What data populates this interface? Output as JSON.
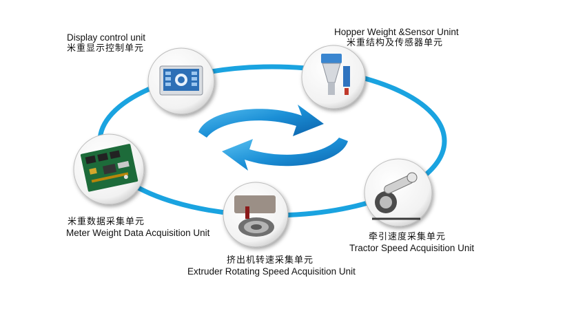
{
  "units": {
    "display": {
      "en": "Display control unit",
      "cn": "米重显示控制单元",
      "icon": "control-panel-icon"
    },
    "hopper": {
      "en": "Hopper Weight &Sensor Unint",
      "cn": "米重结构及传感器单元",
      "icon": "hopper-sensor-icon"
    },
    "meter": {
      "cn": "米重数据采集单元",
      "en": "Meter Weight Data Acquisition Unit",
      "icon": "circuit-board-icon"
    },
    "extruder": {
      "cn": "挤出机转速采集单元",
      "en": "Extruder Rotating Speed Acquisition Unit",
      "icon": "extruder-roller-icon"
    },
    "tractor": {
      "cn": "牵引速度采集单元",
      "en": "Tractor Speed Acquisition Unit",
      "icon": "tractor-wheel-icon"
    }
  },
  "colors": {
    "ring": "#1aa3e0",
    "arrow": "#1b8fd6",
    "arrowDark": "#0b5fa8"
  }
}
